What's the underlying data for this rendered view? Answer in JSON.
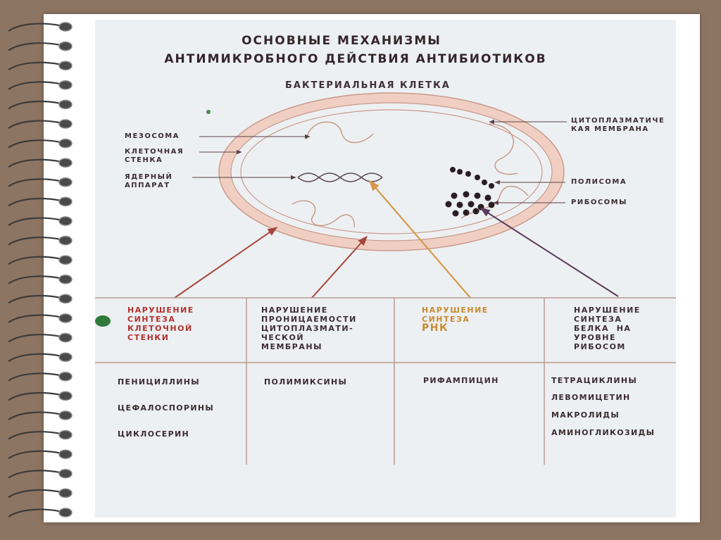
{
  "title": {
    "line1": "ОСНОВНЫЕ МЕХАНИЗМЫ",
    "line2": "АНТИМИКРОБНОГО ДЕЙСТВИЯ АНТИБИОТИКОВ"
  },
  "subtitle": "БАКТЕРИАЛЬНАЯ КЛЕТКА",
  "labels": {
    "mesosome": "МЕЗОСОМА",
    "cell_wall_1": "КЛЕТОЧНАЯ",
    "cell_wall_2": "СТЕНКА",
    "nucleus_1": "ЯДЕРНЫЙ",
    "nucleus_2": "АППАРАТ",
    "membrane_1": "ЦИТОПЛАЗМАТИЧЕ",
    "membrane_2": "КАЯ МЕМБРАНА",
    "polysome": "ПОЛИСОМА",
    "ribosomes": "РИБОСОМЫ"
  },
  "mechanisms": [
    {
      "text": "НАРУШЕНИЕ\nСИНТЕЗА\nКЛЕТОЧНОЙ\nСТЕНКИ",
      "color": "#b2322f"
    },
    {
      "text": "НАРУШЕНИЕ\nПРОНИЦАЕМОСТИ\nЦИТОПЛАЗМАТИ-\nЧЕСКОЙ\nМЕМБРАНЫ",
      "color": "#3b2d32"
    },
    {
      "line1": "НАРУШЕНИЕ",
      "line2": "СИНТЕЗА",
      "line3": "РНК",
      "color": "#c98a2e"
    },
    {
      "text": "НАРУШЕНИЕ\nСИНТЕЗА\nБЕЛКА  НА\nУРОВНЕ\nРИБОСОМ",
      "color": "#3b2d32"
    }
  ],
  "drugs": {
    "col1": [
      "ПЕНИЦИЛЛИНЫ",
      "ЦЕФАЛОСПОРИНЫ",
      "ЦИКЛОСЕРИН"
    ],
    "col2": [
      "ПОЛИМИКСИНЫ"
    ],
    "col3": [
      "РИФАМПИЦИН"
    ],
    "col4": [
      "ТЕТРАЦИКЛИНЫ",
      "ЛЕВОМИЦЕТИН",
      "МАКРОЛИДЫ",
      "АМИНОГЛИКОЗИДЫ"
    ]
  },
  "colors": {
    "cell_wall": "#f0cfc2",
    "outline": "#c99a8c",
    "arrow_red": "#a8453a",
    "arrow_orange": "#d49a4a",
    "arrow_purple": "#5a3a5e"
  }
}
